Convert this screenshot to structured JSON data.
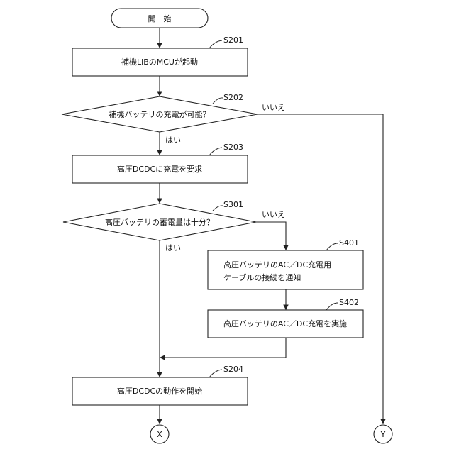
{
  "start": {
    "label": "開　始"
  },
  "steps": {
    "s201": {
      "id": "S201",
      "label": "補機LiBのMCUが起動"
    },
    "s202": {
      "id": "S202",
      "label": "補機バッテリの充電が可能？",
      "no": "いいえ",
      "yes": "はい"
    },
    "s203": {
      "id": "S203",
      "label": "高圧DCDCに充電を要求"
    },
    "s301": {
      "id": "S301",
      "label": "高圧バッテリの蓄電量は十分？",
      "no": "いいえ",
      "yes": "はい"
    },
    "s401": {
      "id": "S401",
      "line1": "高圧バッテリのAC／DC充電用",
      "line2": "ケーブルの接続を通知"
    },
    "s402": {
      "id": "S402",
      "label": "高圧バッテリのAC／DC充電を実施"
    },
    "s204": {
      "id": "S204",
      "label": "高圧DCDCの動作を開始"
    }
  },
  "connectors": {
    "x": "X",
    "y": "Y"
  }
}
